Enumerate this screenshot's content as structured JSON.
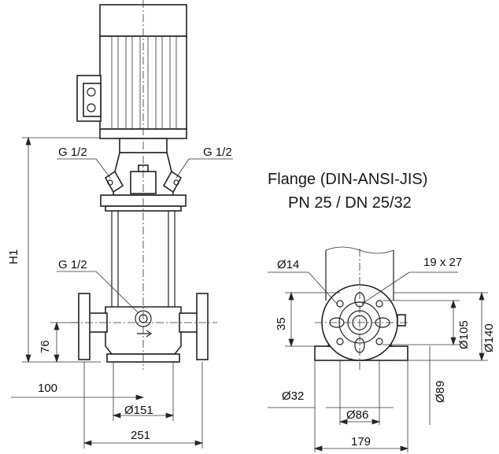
{
  "flange_title": "Flange (DIN-ANSI-JIS)",
  "flange_subtitle": "PN 25 / DN 25/32",
  "labels": {
    "g_left": "G 1/2",
    "g_right": "G 1/2",
    "g_drain": "G 1/2",
    "h1": "H1",
    "d76": "76",
    "d100": "100",
    "d151": "Ø151",
    "d251": "251",
    "d14": "Ø14",
    "d19x27": "19 x 27",
    "d35": "35",
    "d105": "Ø105",
    "d140": "Ø140",
    "d32": "Ø32",
    "d89": "Ø89",
    "d86": "Ø86",
    "d179": "179"
  },
  "colors": {
    "line": "#222222",
    "background": "#ffffff"
  }
}
